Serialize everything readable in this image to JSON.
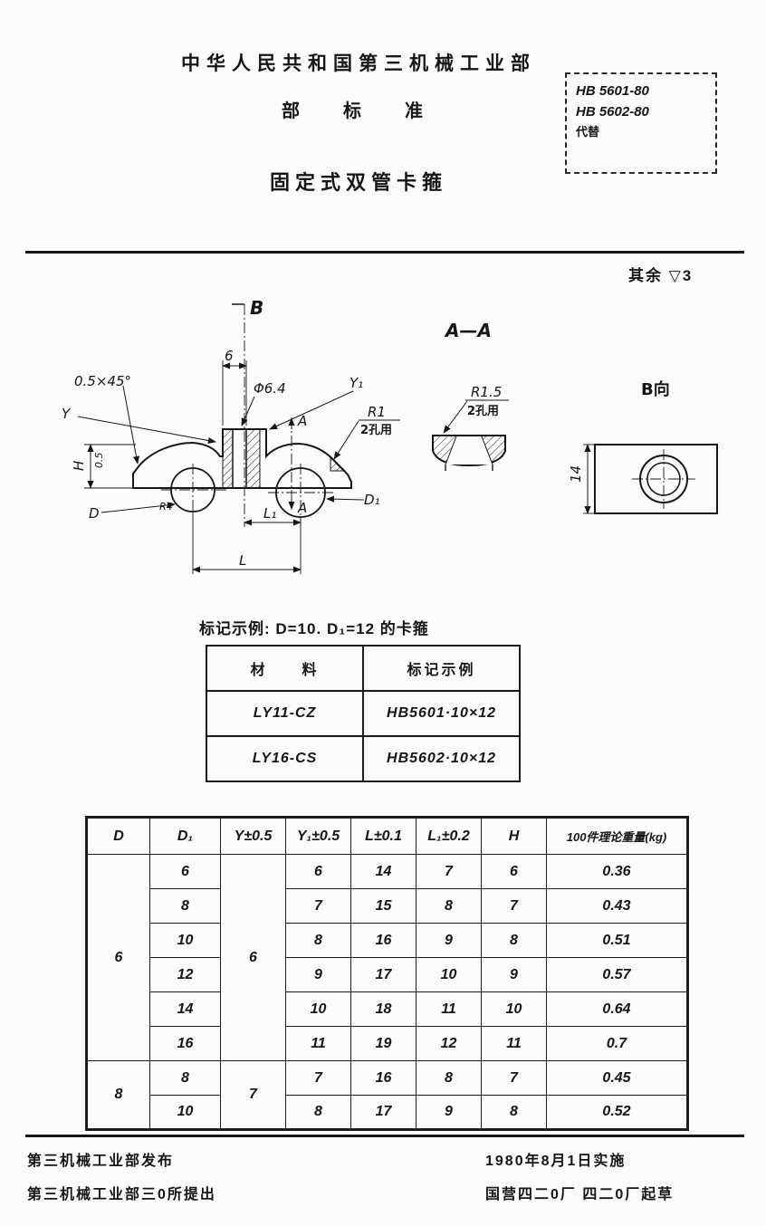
{
  "header": {
    "ministry": "中华人民共和国第三机械工业部",
    "standard_type": "部　标　准",
    "title": "固定式双管卡箍",
    "code_box": {
      "code1": "HB 5601-80",
      "code2": "HB 5602-80",
      "replaces": "代替"
    }
  },
  "surface_note": {
    "prefix": "其余",
    "symbol": "▽3"
  },
  "drawing": {
    "main_view": {
      "b_axis": "B",
      "dim_6": "6",
      "dia_hole": "Φ6.4",
      "chamfer": "0.5×45°",
      "y": "Y",
      "y1": "Y₁",
      "section_top": "A",
      "section_bottom": "A",
      "r1": "R1",
      "r1_note": "2孔用",
      "h": "H",
      "dim_05": "0.5",
      "d": "D",
      "r4": "R4",
      "d1": "D₁",
      "l1": "L₁",
      "l": "L"
    },
    "section_view": {
      "title": "A—A",
      "r15": "R1.5",
      "r15_note": "2孔用"
    },
    "b_view": {
      "title": "B向",
      "dim_14": "14"
    }
  },
  "marking_example": "标记示例: D=10. D₁=12 的卡箍",
  "material_table": {
    "headers": {
      "material": "材　　料",
      "marking": "标记示例"
    },
    "rows": [
      {
        "material": "LY11-CZ",
        "marking": "HB5601·10×12"
      },
      {
        "material": "LY16-CS",
        "marking": "HB5602·10×12"
      }
    ]
  },
  "spec_table": {
    "headers": [
      "D",
      "D₁",
      "Y±0.5",
      "Y₁±0.5",
      "L±0.1",
      "L₁±0.2",
      "H",
      "100件理论重量(kg)"
    ],
    "group1": {
      "d": "6",
      "y": "6"
    },
    "group2": {
      "d": "8",
      "y": "7"
    },
    "rows": [
      {
        "d1": "6",
        "y1": "6",
        "l": "14",
        "l1": "7",
        "h": "6",
        "weight": "0.36"
      },
      {
        "d1": "8",
        "y1": "7",
        "l": "15",
        "l1": "8",
        "h": "7",
        "weight": "0.43"
      },
      {
        "d1": "10",
        "y1": "8",
        "l": "16",
        "l1": "9",
        "h": "8",
        "weight": "0.51"
      },
      {
        "d1": "12",
        "y1": "9",
        "l": "17",
        "l1": "10",
        "h": "9",
        "weight": "0.57"
      },
      {
        "d1": "14",
        "y1": "10",
        "l": "18",
        "l1": "11",
        "h": "10",
        "weight": "0.64"
      },
      {
        "d1": "16",
        "y1": "11",
        "l": "19",
        "l1": "12",
        "h": "11",
        "weight": "0.7"
      },
      {
        "d1": "8",
        "y1": "7",
        "l": "16",
        "l1": "8",
        "h": "7",
        "weight": "0.45"
      },
      {
        "d1": "10",
        "y1": "8",
        "l": "17",
        "l1": "9",
        "h": "8",
        "weight": "0.52"
      }
    ]
  },
  "footer": {
    "issued_by": "第三机械工业部发布",
    "proposed_by": "第三机械工业部三0所提出",
    "implemented": "1980年8月1日实施",
    "drafted_by": "国营四二0厂 四二0厂起草"
  }
}
